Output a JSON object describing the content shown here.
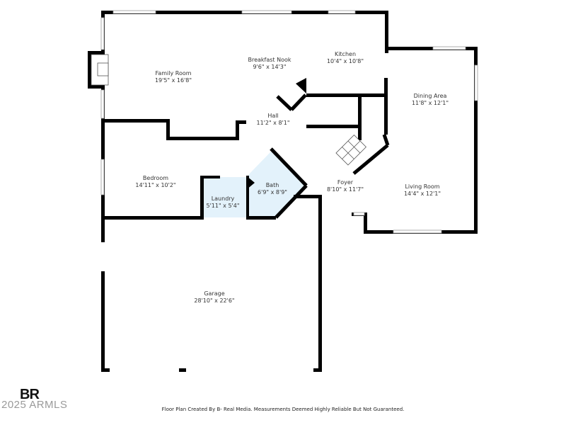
{
  "rooms": {
    "family_room": {
      "name": "Family Room",
      "dims": "19'5\" x 16'8\""
    },
    "breakfast_nook": {
      "name": "Breakfast Nook",
      "dims": "9'6\" x 14'3\""
    },
    "kitchen": {
      "name": "Kitchen",
      "dims": "10'4\" x 10'8\""
    },
    "dining_area": {
      "name": "Dining Area",
      "dims": "11'8\" x 12'1\""
    },
    "hall": {
      "name": "Hall",
      "dims": "11'2\" x 8'1\""
    },
    "bedroom": {
      "name": "Bedroom",
      "dims": "14'11\" x 10'2\""
    },
    "laundry": {
      "name": "Laundry",
      "dims": "5'11\" x 5'4\""
    },
    "bath": {
      "name": "Bath",
      "dims": "6'9\" x 8'9\""
    },
    "foyer": {
      "name": "Foyer",
      "dims": "8'10\" x 11'7\""
    },
    "living_room": {
      "name": "Living Room",
      "dims": "14'4\" x 12'1\""
    },
    "garage": {
      "name": "Garage",
      "dims": "28'10\" x 22'6\""
    }
  },
  "colors": {
    "wall": "#000000",
    "wet_area": "#e3f2fb",
    "window": "#9a9a9a"
  },
  "branding": {
    "logo": "BR",
    "copyright": "2025 ARMLS"
  },
  "footer": {
    "disclaimer": "Floor Plan Created By B- Real Media. Measurements Deemed Highly Reliable But Not Guaranteed."
  }
}
